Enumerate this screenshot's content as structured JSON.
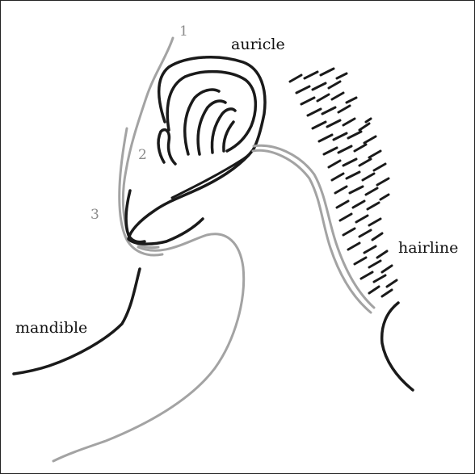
{
  "labels": {
    "auricle": "auricle",
    "hairline": "hairline",
    "mandible": "mandible"
  },
  "markers": [
    "1",
    "2",
    "3"
  ],
  "colors": {
    "dark_line": "#1a1a1a",
    "grey_line": "#a3a3a3",
    "marker_text": "#8c8c8c",
    "background": "#ffffff"
  }
}
